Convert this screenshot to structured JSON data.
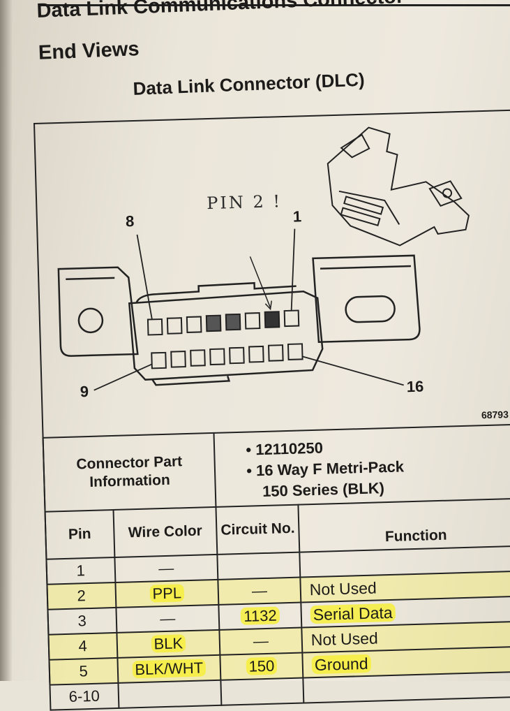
{
  "page": {
    "section_title_line1": "Data Link Communications Connector",
    "section_title_line2": "End Views",
    "diagram_title": "Data Link Connector (DLC)",
    "handwritten_note": "PIN 2 !",
    "figure_number": "68793",
    "pin_labels": {
      "top_left": "8",
      "top_right": "1",
      "bottom_left": "9",
      "bottom_right": "16"
    }
  },
  "connector_info": {
    "label": "Connector Part Information",
    "bullet_1": "12110250",
    "bullet_2_line1": "16 Way F Metri-Pack",
    "bullet_2_line2": "150 Series (BLK)"
  },
  "pin_table": {
    "headers": {
      "pin": "Pin",
      "wire_color": "Wire Color",
      "circuit_no": "Circuit No.",
      "function": "Function"
    },
    "rows": [
      {
        "pin": "1",
        "wire_color": "—",
        "circuit_no": "",
        "function": ""
      },
      {
        "pin": "2",
        "wire_color": "PPL",
        "circuit_no": "—",
        "function": "Not Used"
      },
      {
        "pin": "3",
        "wire_color": "—",
        "circuit_no": "1132",
        "function": "Serial Data"
      },
      {
        "pin": "4",
        "wire_color": "BLK",
        "circuit_no": "—",
        "function": "Not Used"
      },
      {
        "pin": "5",
        "wire_color": "BLK/WHT",
        "circuit_no": "150",
        "function": "Ground"
      },
      {
        "pin": "6-10",
        "wire_color": "",
        "circuit_no": "",
        "function": ""
      }
    ]
  },
  "colors": {
    "highlighter": "#f6ee3c",
    "paper": "#ebe6da",
    "ink": "#1c1b19"
  }
}
